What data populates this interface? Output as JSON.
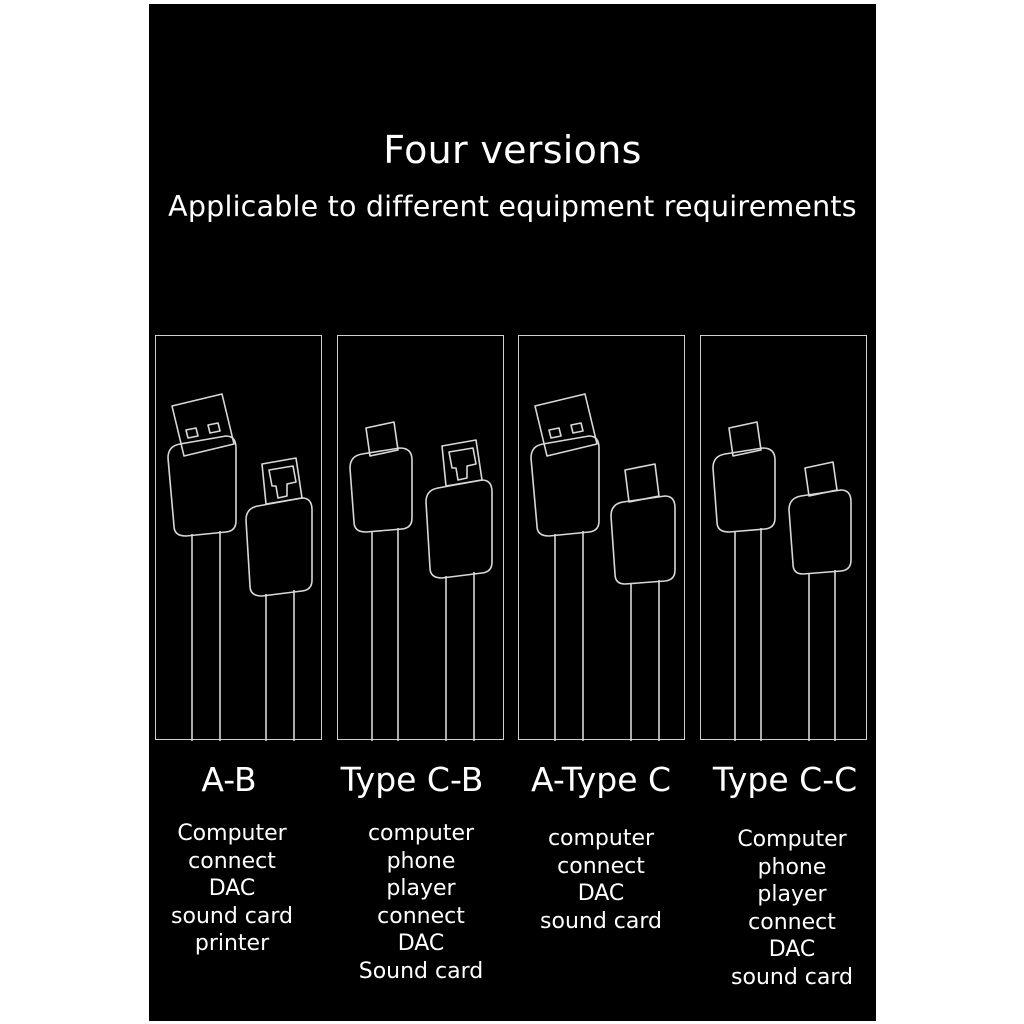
{
  "heading": {
    "title": "Four versions",
    "subtitle": "Applicable to different equipment requirements"
  },
  "versions": [
    {
      "label": "A-B",
      "connectors": [
        "usb-a",
        "usb-b"
      ],
      "lines": [
        "Computer",
        "connect",
        "DAC",
        "sound card",
        "printer"
      ]
    },
    {
      "label": "Type C-B",
      "connectors": [
        "usb-c",
        "usb-b"
      ],
      "lines": [
        "computer",
        "phone",
        "player",
        "connect",
        "DAC",
        "Sound card"
      ]
    },
    {
      "label": "A-Type C",
      "connectors": [
        "usb-a",
        "usb-c"
      ],
      "lines": [
        "computer",
        "connect",
        "DAC",
        "sound card"
      ]
    },
    {
      "label": "Type C-C",
      "connectors": [
        "usb-c",
        "usb-c"
      ],
      "lines": [
        "Computer",
        "phone",
        "player",
        "connect",
        "DAC",
        "sound card"
      ]
    }
  ],
  "colors": {
    "background": "#000000",
    "text": "#ffffff",
    "line_art": "#d8d8d8"
  }
}
